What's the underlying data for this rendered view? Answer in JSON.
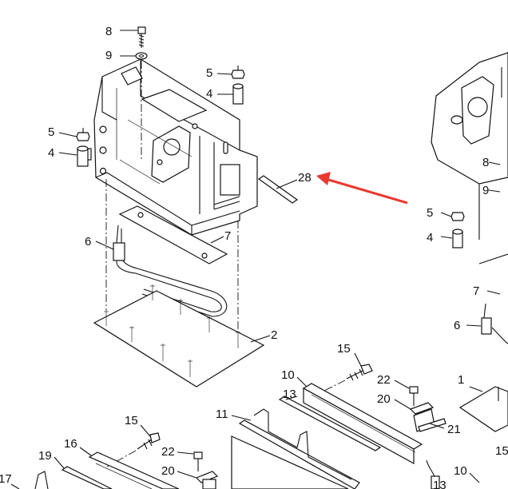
{
  "colors": {
    "line": "#111111",
    "background": "#ffffff",
    "pointer_arrow": "#e8392f"
  },
  "callouts": {
    "main_8": "8",
    "main_9": "9",
    "main_5_top": "5",
    "main_4_top": "4",
    "main_5_left": "5",
    "main_4_left": "4",
    "main_28": "28",
    "main_6": "6",
    "main_7": "7",
    "main_2": "2",
    "right_8": "8",
    "right_9": "9",
    "right_5": "5",
    "right_4": "4",
    "right_7": "7",
    "right_6": "6",
    "right_1": "1",
    "rail_15": "15",
    "rail_10": "10",
    "rail_22": "22",
    "rail_13": "13",
    "rail_20": "20",
    "rail_21": "21",
    "rail_11": "11",
    "rail_13b": "13",
    "left_15": "15",
    "left_16": "16",
    "left_19": "19",
    "left_22": "22",
    "left_20": "20",
    "left_17": "17",
    "edge_15": "15",
    "edge_10": "10"
  }
}
